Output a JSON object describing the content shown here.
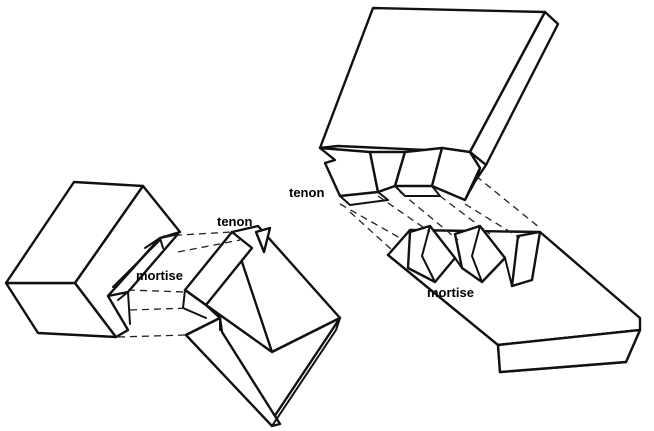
{
  "labels": {
    "left_tenon": "tenon",
    "left_mortise": "mortise",
    "right_tenon": "tenon",
    "right_mortise": "mortise"
  },
  "colors": {
    "line": "#111111",
    "fill": "#ffffff"
  }
}
